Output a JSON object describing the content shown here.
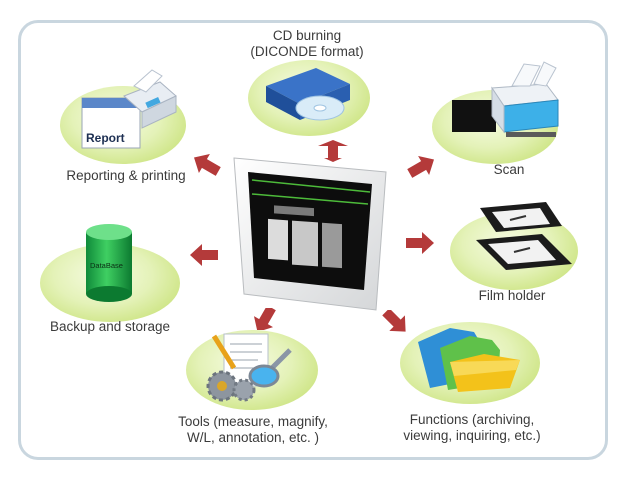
{
  "nodes": {
    "cd_burning": {
      "line1": "CD burning",
      "line2": "(DICONDE format)"
    },
    "reporting": {
      "label": "Reporting & printing",
      "doc_label": "Report"
    },
    "scan": {
      "label": "Scan"
    },
    "backup": {
      "label": "Backup and storage",
      "db_label": "DataBase"
    },
    "film_holder": {
      "label": "Film holder"
    },
    "tools": {
      "line1": "Tools (measure, magnify,",
      "line2": "W/L, annotation, etc. )"
    },
    "functions": {
      "line1": "Functions (archiving,",
      "line2": "viewing,  inquiring, etc.)"
    }
  },
  "colors": {
    "arrow": "#b43a3a",
    "frame_border": "#c9d6df",
    "disc_green": "#c9e27a",
    "monitor_bezel": "#e7e7e7"
  },
  "icons": {
    "cd_burning": "cd-drive-icon",
    "reporting": "printer-report-icon",
    "scan": "scanner-icon",
    "backup": "database-cylinder-icon",
    "film_holder": "film-holder-icon",
    "tools": "tools-gear-magnifier-icon",
    "functions": "folders-icon",
    "center": "monitor-icon"
  }
}
